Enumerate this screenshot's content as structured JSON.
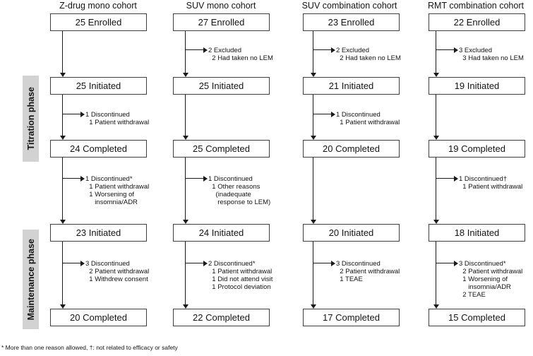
{
  "phases": {
    "titration": "Titration phase",
    "maintenance": "Maintenance phase"
  },
  "columns": [
    {
      "header": "Z-drug mono cohort",
      "boxes": {
        "enrolled": "25 Enrolled",
        "titration_initiated": "25 Initiated",
        "titration_completed": "24 Completed",
        "maintenance_initiated": "23 Initiated",
        "maintenance_completed": "20 Completed"
      },
      "branches": {
        "titration": [
          "1 Discontinued",
          "  1 Patient withdrawal"
        ],
        "post_titration": [
          "1 Discontinued*",
          "  1 Patient withdrawal",
          "  1 Worsening of",
          "     insomnia/ADR"
        ],
        "maintenance": [
          "3 Discontinued",
          "  2 Patient withdrawal",
          "  1 Withdrew consent"
        ]
      }
    },
    {
      "header": "SUV mono cohort",
      "boxes": {
        "enrolled": "27 Enrolled",
        "titration_initiated": "25 Initiated",
        "titration_completed": "25 Completed",
        "maintenance_initiated": "24 Initiated",
        "maintenance_completed": "22 Completed"
      },
      "branches": {
        "exclusion": [
          "2 Excluded",
          "  2 Had taken no LEM"
        ],
        "post_titration": [
          "1 Discontinued",
          "  1 Other reasons",
          "    (inadequate",
          "     response to LEM)"
        ],
        "maintenance": [
          "2 Discontinued*",
          "  1 Patient withdrawal",
          "  1 Did not attend visit",
          "  1 Protocol deviation"
        ]
      }
    },
    {
      "header": "SUV combination cohort",
      "boxes": {
        "enrolled": "23 Enrolled",
        "titration_initiated": "21 Initiated",
        "titration_completed": "20 Completed",
        "maintenance_initiated": "20 Initiated",
        "maintenance_completed": "17 Completed"
      },
      "branches": {
        "exclusion": [
          "2 Excluded",
          "  2 Had taken no LEM"
        ],
        "titration": [
          "1 Discontinued",
          "  1 Patient withdrawal"
        ],
        "maintenance": [
          "3 Discontinued",
          "  2 Patient withdrawal",
          "  1 TEAE"
        ]
      }
    },
    {
      "header": "RMT combination cohort",
      "boxes": {
        "enrolled": "22 Enrolled",
        "titration_initiated": "19 Initiated",
        "titration_completed": "19 Completed",
        "maintenance_initiated": "18 Initiated",
        "maintenance_completed": "15 Completed"
      },
      "branches": {
        "exclusion": [
          "3 Excluded",
          "  3 Had taken no LEM"
        ],
        "post_titration": [
          "1 Discontinued†",
          "  1 Patient withdrawal"
        ],
        "maintenance": [
          "3 Discontinued*",
          "  2 Patient withdrawal",
          "  1 Worsening of",
          "     insomnia/ADR",
          "  2 TEAE"
        ]
      }
    }
  ],
  "footnote": "* More than one reason allowed, †: not related to efficacy or safety",
  "colors": {
    "box_border": "#3f3f3f",
    "line": "#1a1a1a",
    "phase_bar_bg": "#d2d2d2",
    "text": "#141414"
  }
}
